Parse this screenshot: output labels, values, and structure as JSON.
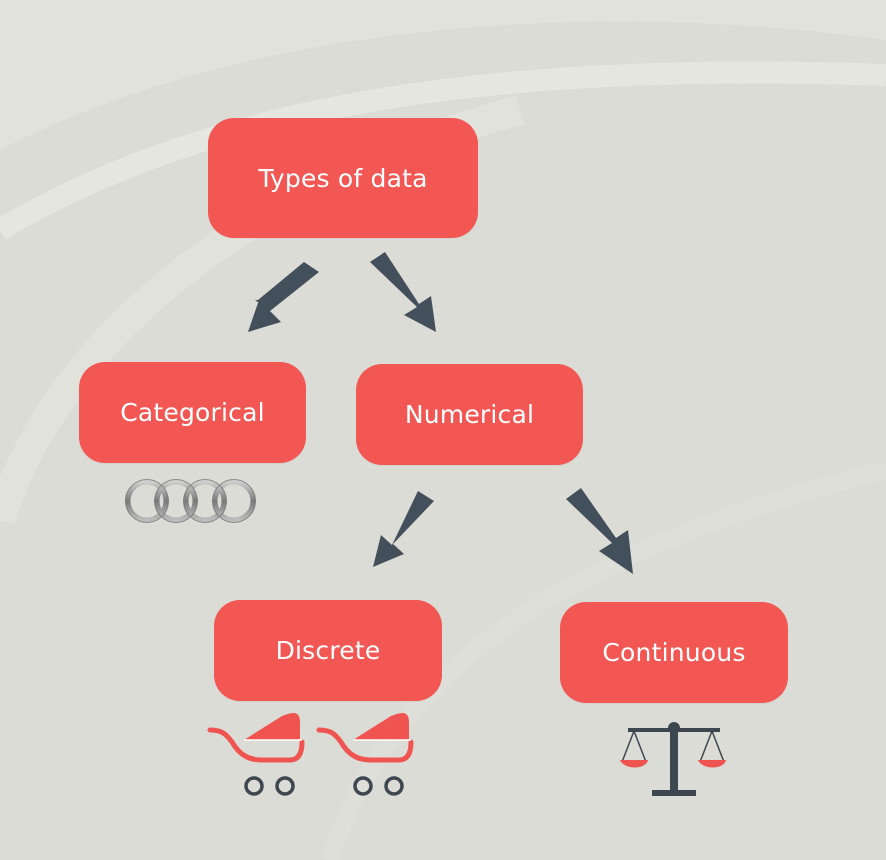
{
  "colors": {
    "background": "#dcdcd6",
    "node_fill": "#f25754",
    "node_text": "#ffffff",
    "arrow": "#434f5a",
    "icon_red": "#ef5450",
    "icon_dark": "#3d4750"
  },
  "diagram": {
    "root": {
      "label": "Types of data"
    },
    "level1": [
      {
        "label": "Categorical",
        "icon": "four-rings-icon"
      },
      {
        "label": "Numerical"
      }
    ],
    "level2": [
      {
        "label": "Discrete",
        "icon": "baby-stroller-icon"
      },
      {
        "label": "Continuous",
        "icon": "balance-scale-icon"
      }
    ],
    "edges": [
      {
        "from": "Types of data",
        "to": "Categorical"
      },
      {
        "from": "Types of data",
        "to": "Numerical"
      },
      {
        "from": "Numerical",
        "to": "Discrete"
      },
      {
        "from": "Numerical",
        "to": "Continuous"
      }
    ]
  }
}
